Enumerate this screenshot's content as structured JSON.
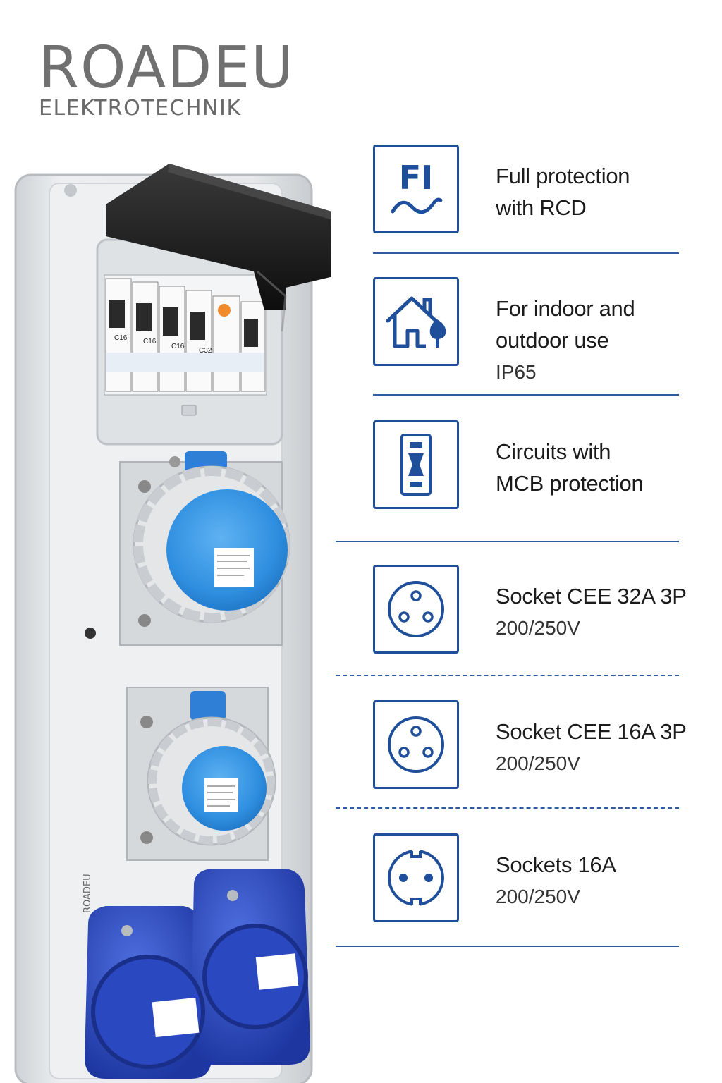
{
  "brand": {
    "name": "ROADEU",
    "tagline": "ELEKTROTECHNIK"
  },
  "product_labels": {
    "breaker_ratings": [
      "C16",
      "C16",
      "C16",
      "C32"
    ],
    "side_logo": "ROADEU"
  },
  "features": [
    {
      "icon": "fi-rcd-icon",
      "icon_text": "FI",
      "lines": [
        "Full protection",
        "with RCD"
      ],
      "sub": ""
    },
    {
      "icon": "house-tree-icon",
      "lines": [
        "For indoor and",
        "outdoor use"
      ],
      "sub": "IP65"
    },
    {
      "icon": "circuit-breaker-icon",
      "lines": [
        "Circuits with",
        "MCB protection"
      ],
      "sub": ""
    },
    {
      "icon": "cee-socket-icon",
      "lines": [
        "Socket CEE 32A 3P"
      ],
      "sub": "200/250V"
    },
    {
      "icon": "cee-socket-icon",
      "lines": [
        "Socket CEE 16A 3P"
      ],
      "sub": "200/250V"
    },
    {
      "icon": "schuko-socket-icon",
      "lines": [
        "Sockets 16A"
      ],
      "sub": "200/250V"
    }
  ],
  "colors": {
    "accent_blue": "#1f4f9a",
    "socket_blue": "#2f8fe0",
    "schuko_blue": "#2346b8",
    "housing_grey": "#e9eaec",
    "logo_grey": "#707070"
  }
}
